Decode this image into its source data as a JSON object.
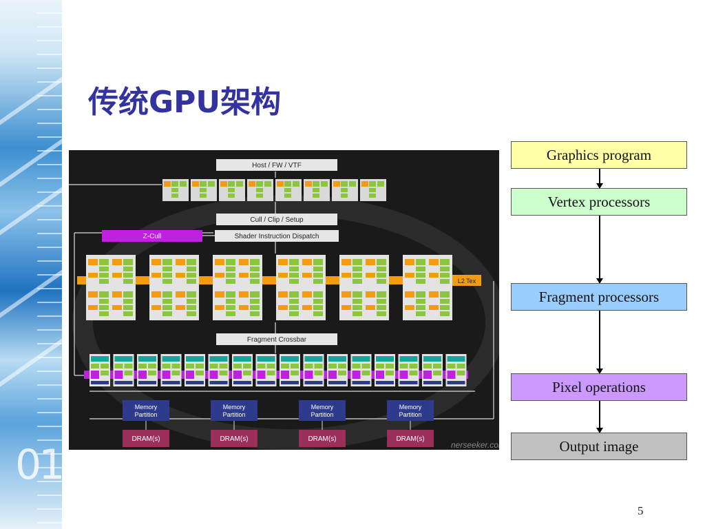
{
  "slide": {
    "title": "传统GPU架构",
    "page_number": "5",
    "sidebar_digits": "01"
  },
  "architecture": {
    "host": "Host / FW / VTF",
    "cull": "Cull / Clip / Setup",
    "zcull": "Z-Cull",
    "dispatch": "Shader Instruction Dispatch",
    "l2tex": "L2 Tex",
    "crossbar": "Fragment Crossbar",
    "memory_partition": "Memory Partition",
    "dram": "DRAM(s)",
    "watermark": "nerseeker.com",
    "vertex_units": 8,
    "fragment_groups": 6,
    "pixel_units": 16,
    "memory_partitions": 4,
    "colors": {
      "background": "#1a1a1a",
      "green": "#8cc63f",
      "orange": "#f39c12",
      "magenta": "#c020e0",
      "teal": "#1aa39a",
      "navy": "#2e3a8c",
      "dram": "#9b2f5a"
    }
  },
  "pipeline": [
    {
      "label": "Graphics program",
      "color": "#ffffa8"
    },
    {
      "label": "Vertex processors",
      "color": "#ccffcc"
    },
    {
      "label": "Fragment processors",
      "color": "#99ccff"
    },
    {
      "label": "Pixel operations",
      "color": "#cc99ff"
    },
    {
      "label": "Output image",
      "color": "#c0c0c0"
    }
  ]
}
